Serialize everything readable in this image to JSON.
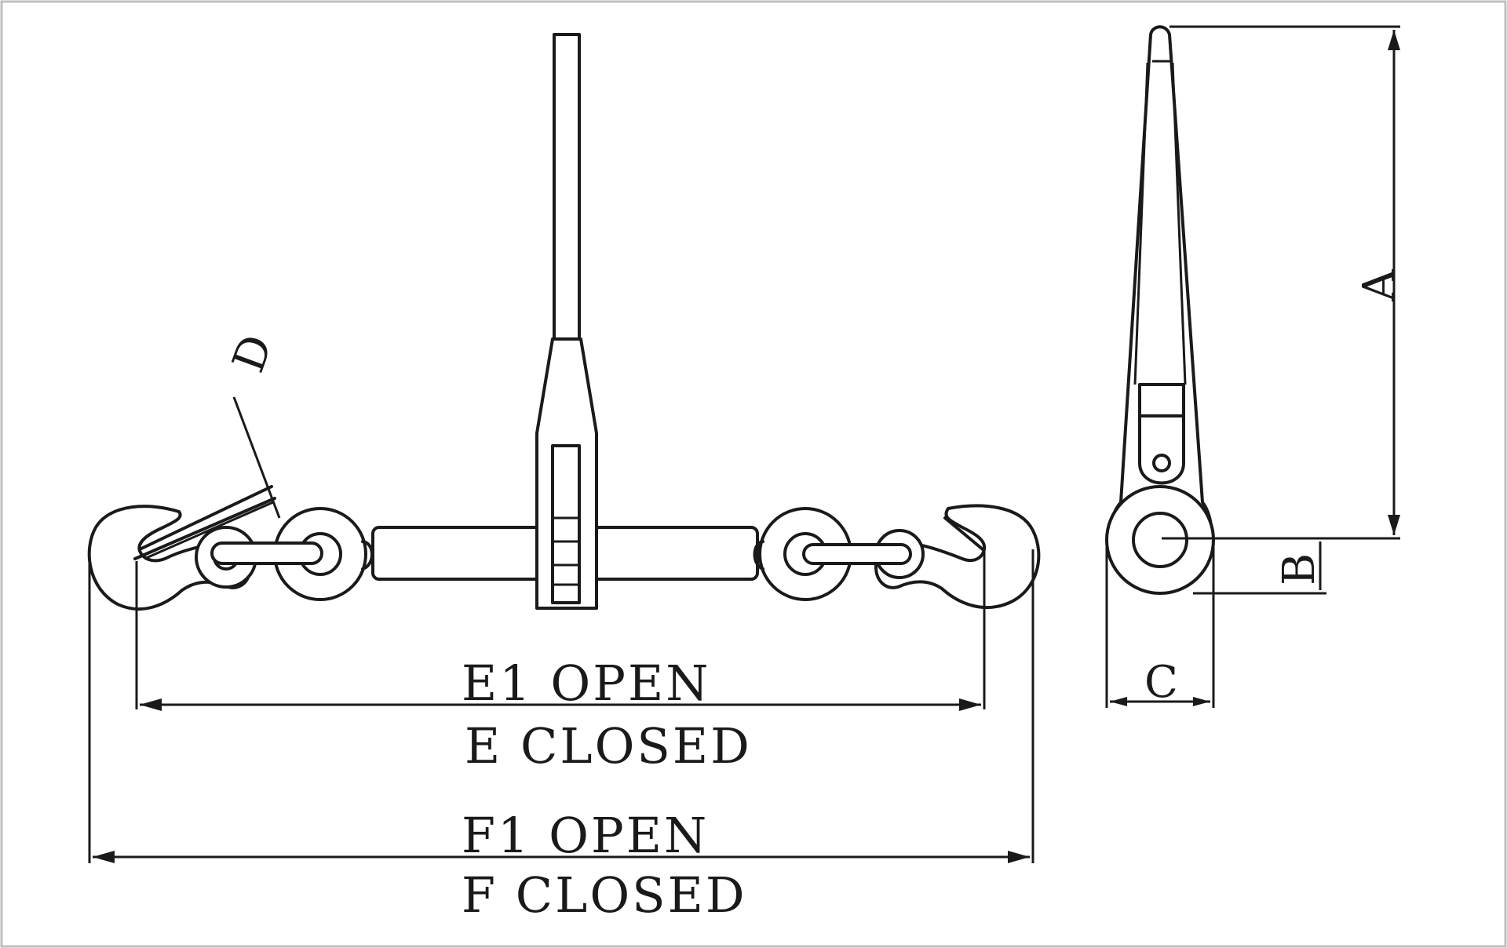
{
  "labels": {
    "e1": "E1 OPEN",
    "e": "E CLOSED",
    "f1": "F1 OPEN",
    "f": "F CLOSED",
    "a": "A",
    "b": "B",
    "c": "C",
    "d": "D"
  },
  "colors": {
    "line": "#1a1a1a",
    "background": "#ffffff"
  }
}
